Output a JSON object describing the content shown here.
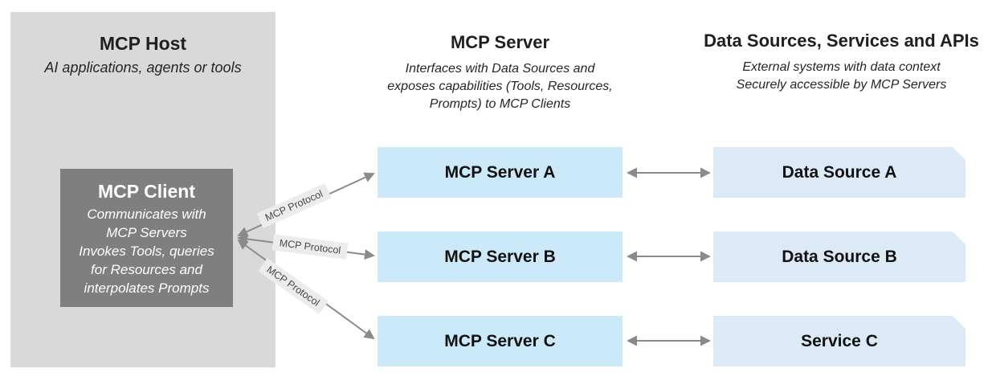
{
  "host": {
    "title": "MCP Host",
    "subtitle": "AI applications, agents or tools",
    "client": {
      "title": "MCP Client",
      "lines": [
        "Communicates with",
        "MCP Servers",
        "Invokes Tools, queries",
        "for Resources and",
        "interpolates Prompts"
      ]
    }
  },
  "server_column": {
    "title": "MCP Server",
    "description_lines": [
      "Interfaces with Data Sources and",
      "exposes capabilities (Tools, Resources,",
      "Prompts) to MCP Clients"
    ],
    "boxes": [
      {
        "label": "MCP Server A"
      },
      {
        "label": "MCP Server B"
      },
      {
        "label": "MCP Server C"
      }
    ]
  },
  "data_column": {
    "title": "Data Sources, Services and APIs",
    "description_lines": [
      "External systems with data context",
      "Securely accessible by MCP Servers"
    ],
    "boxes": [
      {
        "label": "Data Source A"
      },
      {
        "label": "Data Source B"
      },
      {
        "label": "Service C"
      }
    ]
  },
  "connections": {
    "protocol_label": "MCP Protocol"
  },
  "colors": {
    "host_bg": "#d9d9d9",
    "client_bg": "#7f7f7f",
    "server_box_bg": "#cbe9f8",
    "data_box_bg": "#dce9f6",
    "arrow": "#8a8a8a",
    "protocol_label_bg": "#ececec",
    "protocol_label_text": "#474747"
  }
}
